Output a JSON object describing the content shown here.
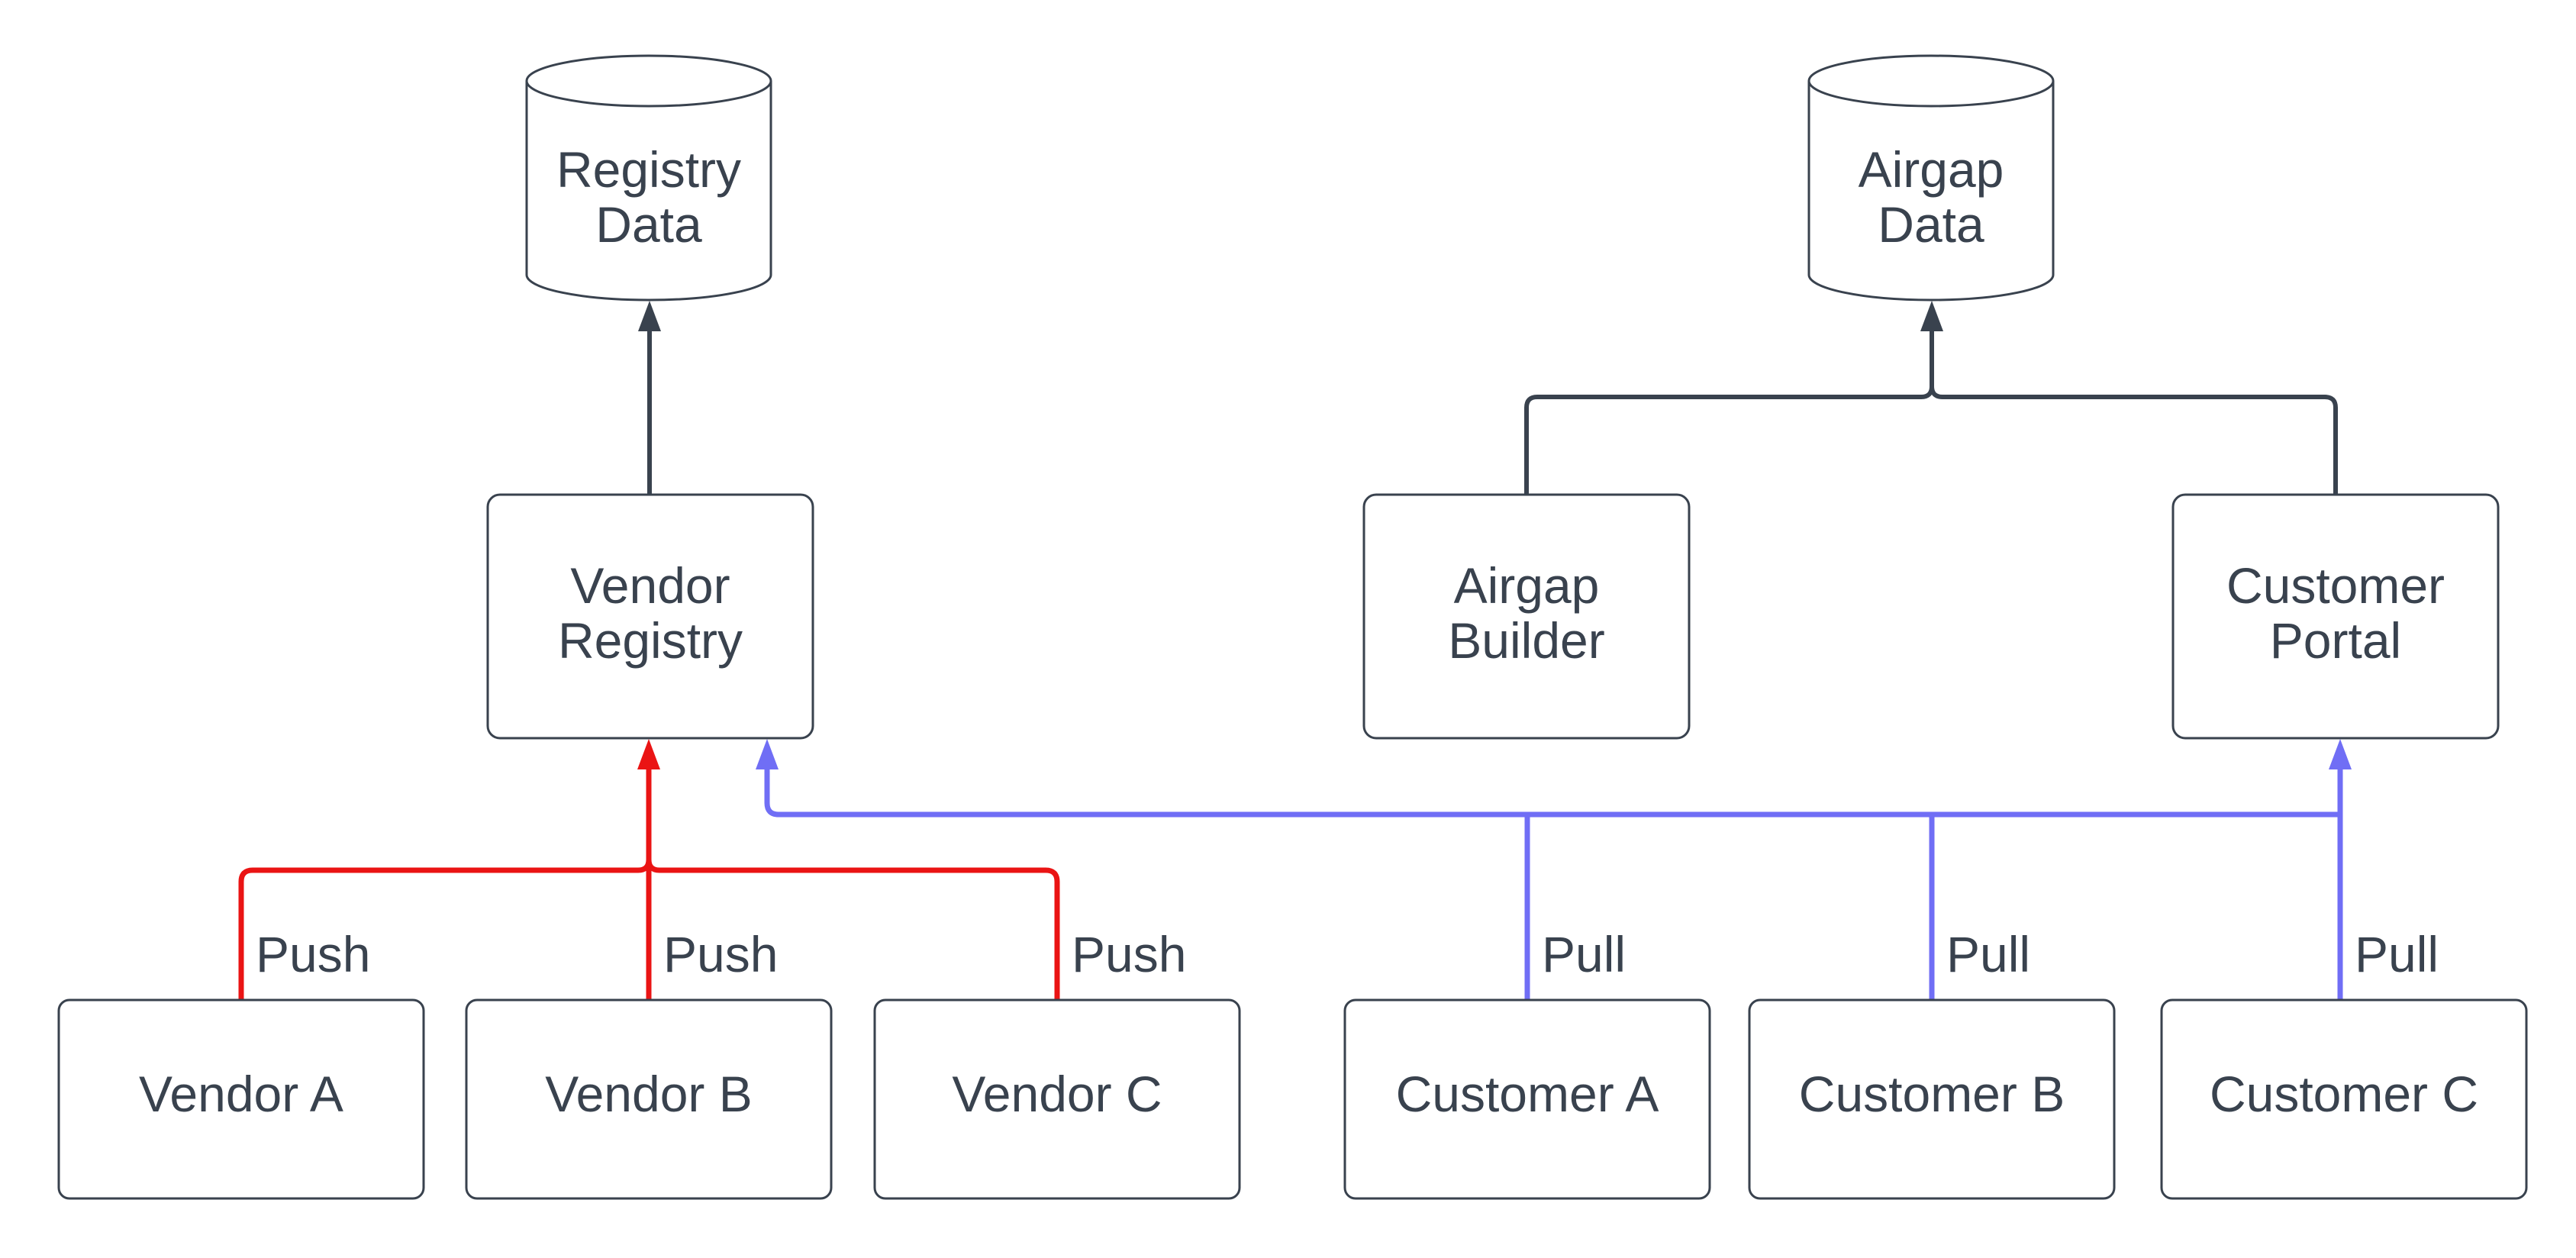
{
  "colors": {
    "background": "#ffffff",
    "outline": "#39424E",
    "text": "#39424E",
    "push": "#EA1414",
    "pull": "#706EF5",
    "flow": "#39424E"
  },
  "nodes": {
    "registry_data": {
      "type": "database",
      "line1": "Registry",
      "line2": "Data"
    },
    "airgap_data": {
      "type": "database",
      "line1": "Airgap",
      "line2": "Data"
    },
    "vendor_registry": {
      "type": "process",
      "line1": "Vendor",
      "line2": "Registry"
    },
    "airgap_builder": {
      "type": "process",
      "line1": "Airgap",
      "line2": "Builder"
    },
    "customer_portal": {
      "type": "process",
      "line1": "Customer",
      "line2": "Portal"
    },
    "vendor_a": {
      "type": "process",
      "label": "Vendor A"
    },
    "vendor_b": {
      "type": "process",
      "label": "Vendor B"
    },
    "vendor_c": {
      "type": "process",
      "label": "Vendor C"
    },
    "customer_a": {
      "type": "process",
      "label": "Customer A"
    },
    "customer_b": {
      "type": "process",
      "label": "Customer B"
    },
    "customer_c": {
      "type": "process",
      "label": "Customer C"
    }
  },
  "edge_labels": {
    "push": "Push",
    "pull": "Pull"
  },
  "edges": {
    "push_bus": {
      "sources": [
        "vendor_a",
        "vendor_b",
        "vendor_c"
      ],
      "target": "vendor_registry",
      "label": "Push",
      "color": "#EA1414"
    },
    "pull_bus": {
      "sources": [
        "customer_a",
        "customer_b",
        "customer_c"
      ],
      "targets": [
        "vendor_registry",
        "customer_portal"
      ],
      "label": "Pull",
      "color": "#706EF5"
    },
    "flow": [
      {
        "from": "vendor_registry",
        "to": "registry_data"
      },
      {
        "from": "airgap_builder",
        "to": "airgap_data"
      },
      {
        "from": "customer_portal",
        "to": "airgap_data"
      }
    ]
  }
}
